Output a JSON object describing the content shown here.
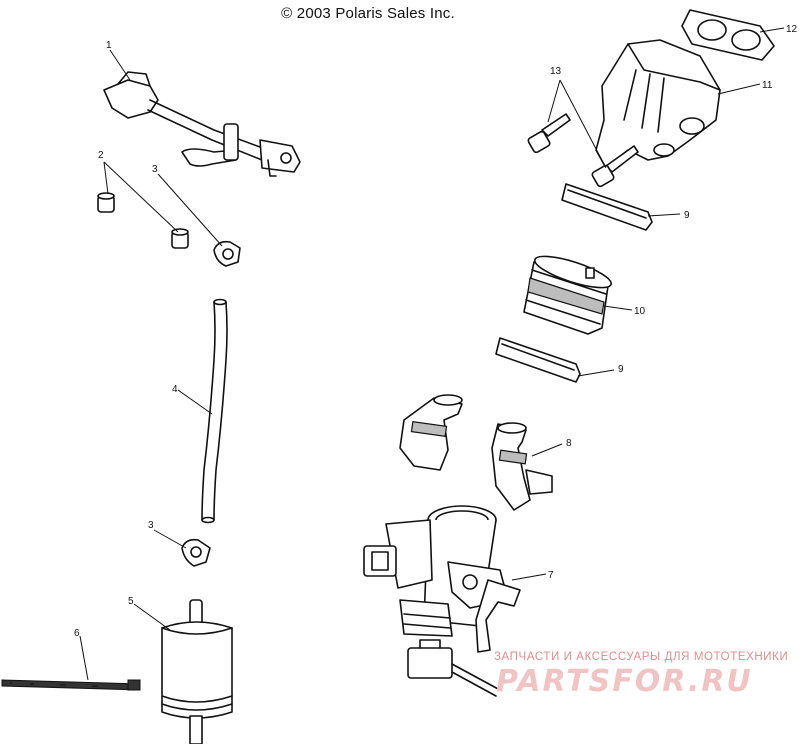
{
  "copyright": "© 2003 Polaris Sales Inc.",
  "watermark": {
    "caption": "ЗАПЧАСТИ И АКСЕССУАРЫ ДЛЯ МОТОТЕХНИКИ",
    "logo": "PARTSFOR.RU"
  },
  "callouts": [
    {
      "id": "fuel-rail",
      "label": "1"
    },
    {
      "id": "screw",
      "label": "2"
    },
    {
      "id": "clamp-upper",
      "label": "3"
    },
    {
      "id": "fuel-hose",
      "label": "4"
    },
    {
      "id": "clamp-lower",
      "label": "3"
    },
    {
      "id": "fuel-filter",
      "label": "5"
    },
    {
      "id": "cable-tie",
      "label": "6"
    },
    {
      "id": "throttle-body",
      "label": "7"
    },
    {
      "id": "fuel-injector",
      "label": "8"
    },
    {
      "id": "clamp-ring-upper",
      "label": "9"
    },
    {
      "id": "coupler",
      "label": "10"
    },
    {
      "id": "clamp-ring-lower",
      "label": "9"
    },
    {
      "id": "intake-manifold",
      "label": "11"
    },
    {
      "id": "gasket",
      "label": "12"
    },
    {
      "id": "bolt",
      "label": "13"
    }
  ]
}
